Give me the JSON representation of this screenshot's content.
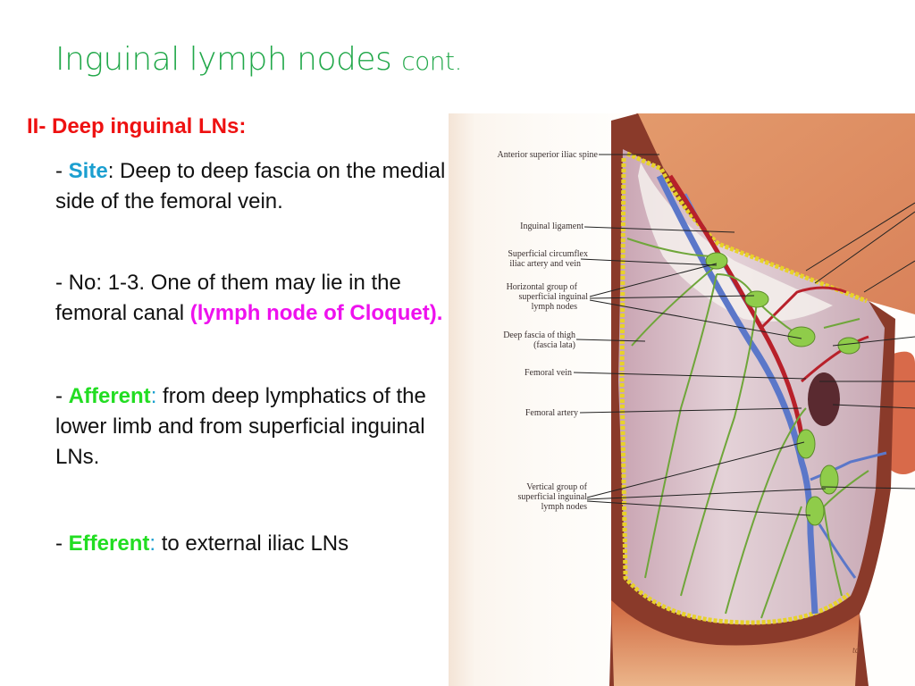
{
  "slide": {
    "title_main": "Inguinal lymph nodes",
    "title_suffix": "cont.",
    "heading": "II- Deep inguinal LNs:",
    "points": [
      {
        "prefix": "- ",
        "term": "Site",
        "separator": ":",
        "text": " Deep to deep fascia on the medial side of the femoral vein."
      },
      {
        "prefix": "- ",
        "text": "No: 1-3. One of them may lie in the femoral canal ",
        "highlight": "(lymph node of Cloquet)."
      },
      {
        "prefix": "- ",
        "term": "Afferent",
        "separator": ":",
        "text": " from deep lymphatics of the lower limb and from superficial inguinal LNs."
      },
      {
        "prefix": "- ",
        "term": "Efferent",
        "separator": ":",
        "text": " to external iliac LNs"
      }
    ]
  },
  "figure": {
    "labels": [
      "Anterior superior iliac spine",
      "Inguinal ligament",
      "Superficial circumflex",
      "iliac artery and vein",
      "Horizontal group of",
      "superficial inguinal",
      "lymph nodes",
      "Deep fascia of thigh",
      "(fascia lata)",
      "Femoral vein",
      "Femoral artery",
      "Vertical group of",
      "superficial inguinal",
      "lymph nodes"
    ],
    "signature": "td"
  },
  "colors": {
    "title": "#22a84a",
    "heading": "#ee1111",
    "site_term": "#1b9fd0",
    "afferent_efferent_term": "#22dd22",
    "cloquet_highlight": "#ee11ee",
    "body_text": "#111111"
  }
}
